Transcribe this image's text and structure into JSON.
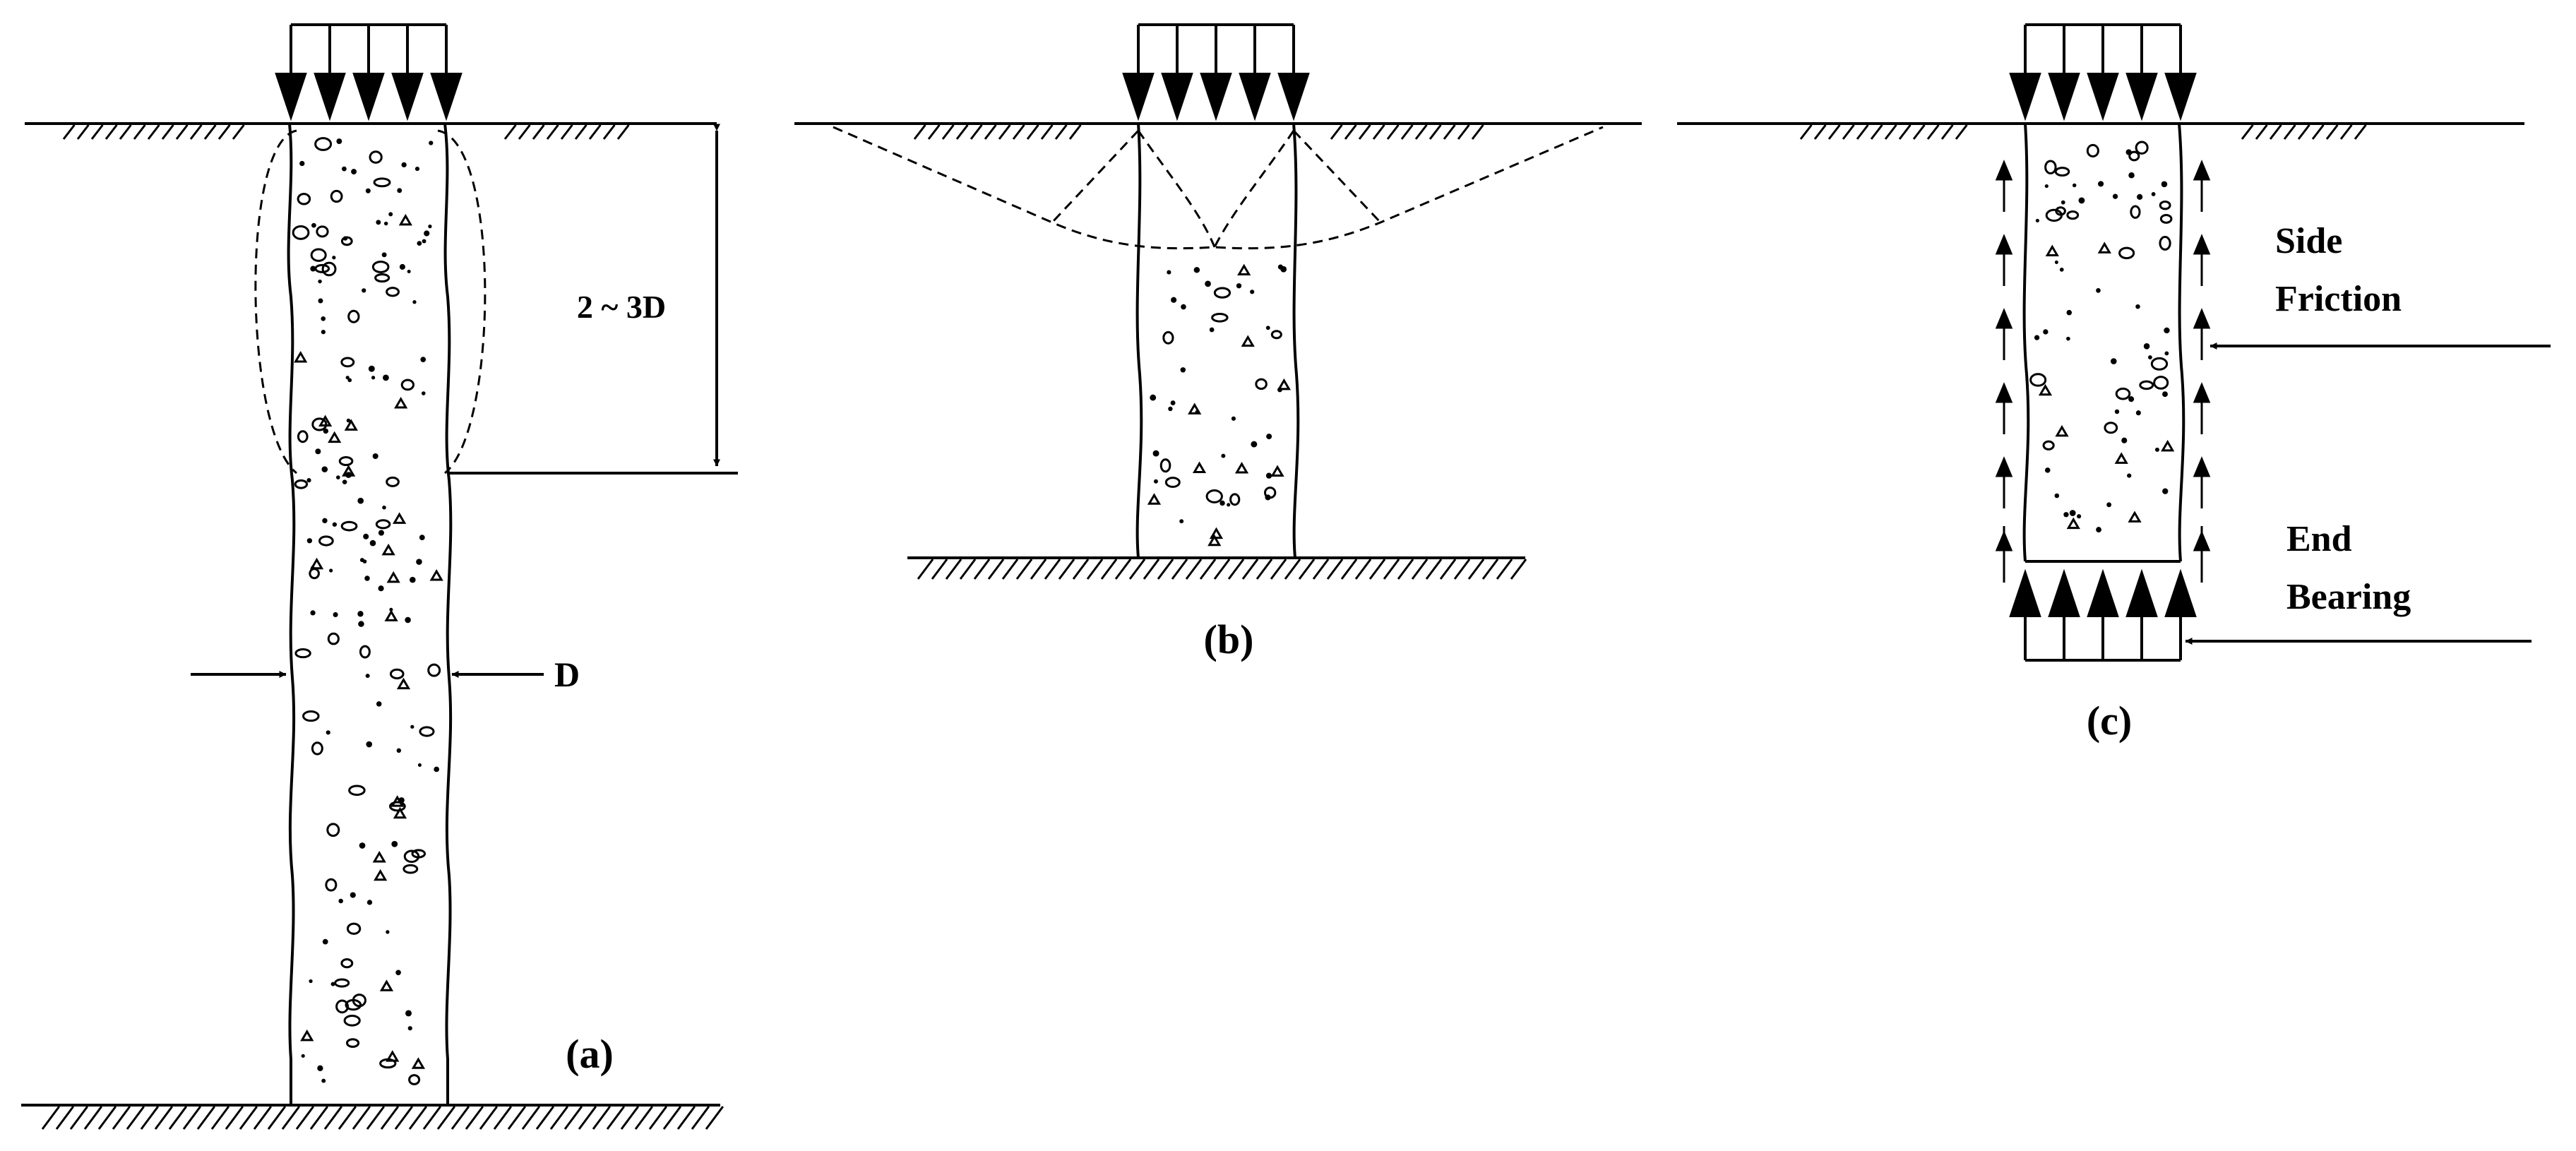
{
  "colors": {
    "ink": "#000000",
    "background": "#ffffff"
  },
  "panels": {
    "a": {
      "caption": "(a)",
      "influence_zone_label": "2 ~ 3D",
      "diameter_label": "D"
    },
    "b": {
      "caption": "(b)"
    },
    "c": {
      "caption": "(c)",
      "side_friction_label": [
        "Side",
        "Friction"
      ],
      "end_bearing_label": [
        "End",
        "Bearing"
      ]
    }
  }
}
